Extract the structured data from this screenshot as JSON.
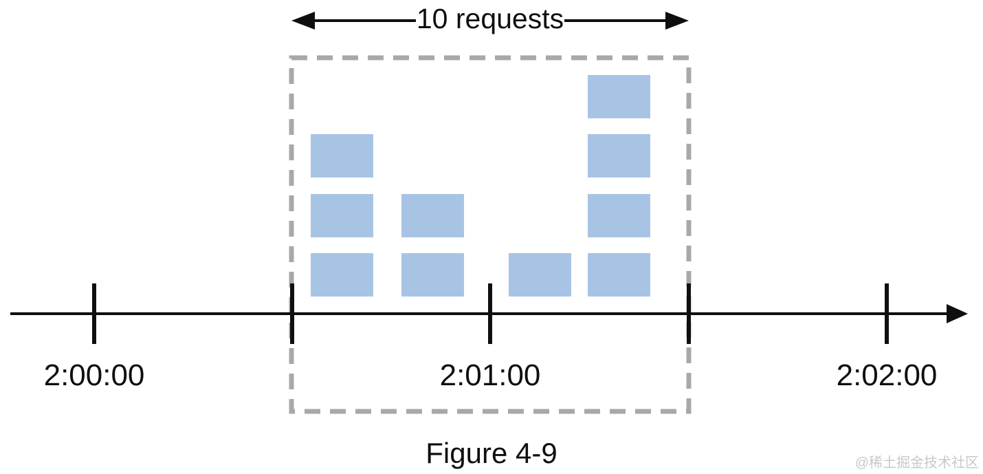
{
  "window": {
    "label": "10 requests"
  },
  "requests": {
    "total": 10,
    "columns": [
      {
        "count": 3
      },
      {
        "count": 2
      },
      {
        "count": 1
      },
      {
        "count": 4
      }
    ]
  },
  "timeline": {
    "tick_labels": [
      "2:00:00",
      "2:01:00",
      "2:02:00"
    ]
  },
  "caption": "Figure 4-9",
  "watermark": "@稀土掘金技术社区",
  "colors": {
    "request_block": "#a8c4e5",
    "window_border": "#a8a8a8",
    "axis": "#0f0f0f",
    "watermark": "#c8c8c8"
  }
}
